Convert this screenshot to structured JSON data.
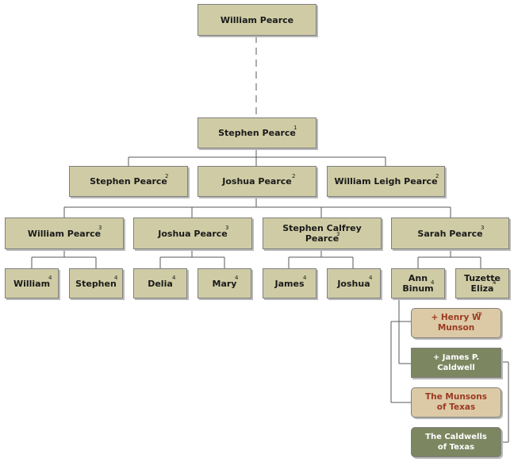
{
  "nodes": {
    "root": {
      "name": "William Pearce"
    },
    "gen1": {
      "name": "Stephen Pearce",
      "gen": "1"
    },
    "gen2": [
      {
        "name": "Stephen Pearce",
        "gen": "2"
      },
      {
        "name": "Joshua Pearce",
        "gen": "2"
      },
      {
        "name": "William Leigh Pearce",
        "gen": "2"
      }
    ],
    "gen3": [
      {
        "name": "William Pearce",
        "gen": "3"
      },
      {
        "name": "Joshua Pearce",
        "gen": "3"
      },
      {
        "name": "Stephen Calfrey Pearce",
        "gen": "3"
      },
      {
        "name": "Sarah Pearce",
        "gen": "3"
      }
    ],
    "gen4": [
      {
        "name": "William",
        "gen": "4"
      },
      {
        "name": "Stephen",
        "gen": "4"
      },
      {
        "name": "Delia",
        "gen": "4"
      },
      {
        "name": "Mary",
        "gen": "4"
      },
      {
        "name": "James",
        "gen": "4"
      },
      {
        "name": "Joshua",
        "gen": "4"
      },
      {
        "name": "Ann Binum",
        "gen": "4"
      },
      {
        "name": "Tuzette Eliza",
        "gen": "4"
      }
    ],
    "spouses": [
      {
        "name": "+ Henry W Munson",
        "mark": "m"
      },
      {
        "name": "+ James P. Caldwell"
      }
    ],
    "branches": [
      {
        "name": "The Munsons of Texas"
      },
      {
        "name": "The Caldwells of Texas"
      }
    ]
  },
  "colors": {
    "box_fill": "#cfcca5",
    "box_border": "#7f7f7f",
    "spouse_tan_fill": "#dccaa6",
    "spouse_tan_text": "#9b3a22",
    "olive_fill": "#7c8660",
    "olive_text": "#ffffff",
    "line": "#5a5a5a"
  }
}
